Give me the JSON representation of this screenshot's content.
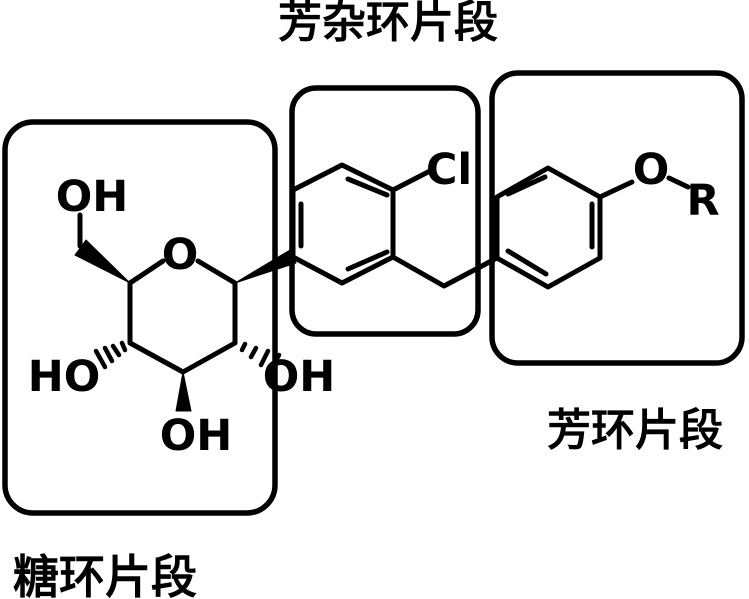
{
  "figure": {
    "background": "#ffffff",
    "ink": "#000000",
    "description_type": "chemical-structure-fragment-diagram"
  },
  "fragment_labels": {
    "heteroaryl": "芳杂环片段",
    "aryl": "芳环片段",
    "sugar": "糖环片段"
  },
  "atom_labels": {
    "hydroxymethyl_oh": "OH",
    "ring_oxygen": "O",
    "left_ho": "HO",
    "bottom_oh": "OH",
    "right_oh": "OH",
    "chlorine": "Cl",
    "ether_oxygen": "O",
    "r_group": "R"
  }
}
